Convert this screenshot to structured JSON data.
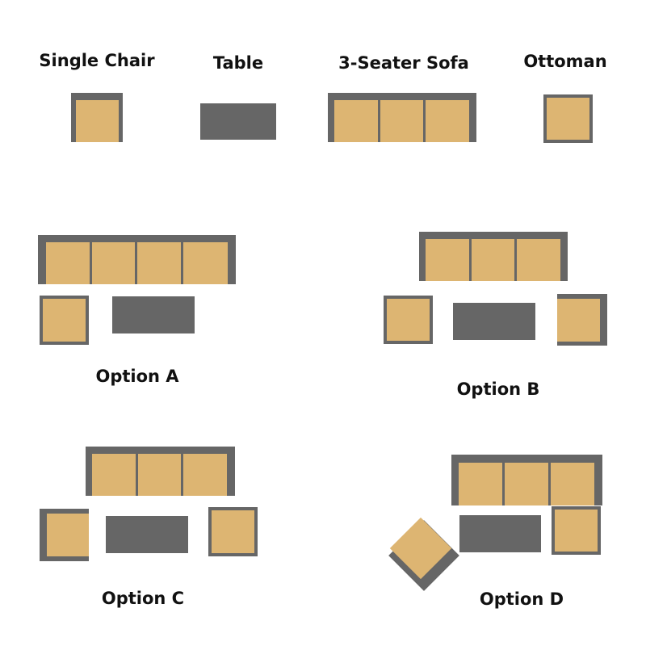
{
  "colors": {
    "frame": "#666666",
    "cushion": "#DDB572"
  },
  "legend": {
    "single_chair": "Single Chair",
    "table": "Table",
    "sofa": "3-Seater Sofa",
    "ottoman": "Ottoman"
  },
  "options": {
    "a": "Option A",
    "b": "Option B",
    "c": "Option C",
    "d": "Option D"
  }
}
